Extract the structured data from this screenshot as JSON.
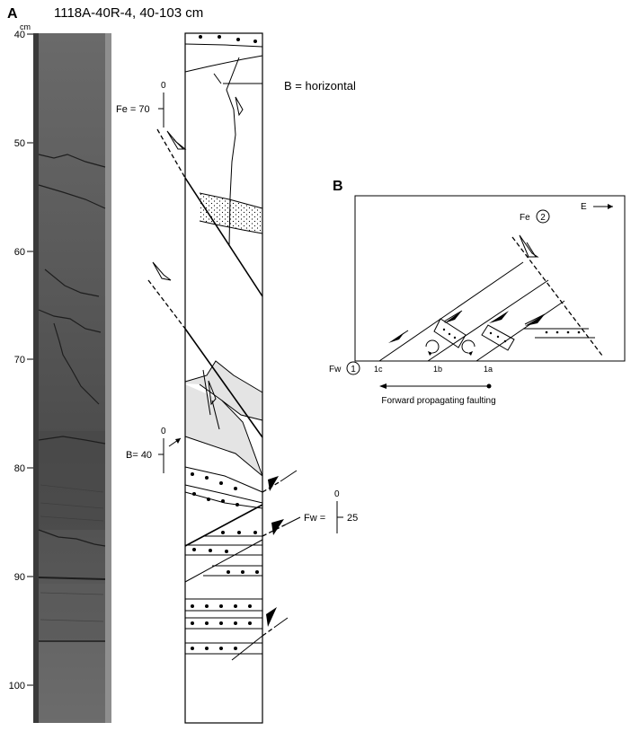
{
  "panel_a": {
    "label": "A",
    "title": "1118A-40R-4, 40-103 cm",
    "depth_unit": "cm",
    "depth_ticks": [
      "40",
      "50",
      "60",
      "70",
      "80",
      "90",
      "100"
    ],
    "annotations": {
      "b_horizontal": "B = horizontal",
      "fe_label": "Fe = 70",
      "fe_zero": "0",
      "b_label": "B= 40",
      "b_zero": "0",
      "fw_label": "Fw =",
      "fw_zero": "0",
      "fw_value": "25"
    }
  },
  "panel_b": {
    "label": "B",
    "direction": "E",
    "fe_label": "Fe",
    "fe_circle": "2",
    "fw_label": "Fw",
    "fw_circle": "1",
    "fault_labels": [
      "1c",
      "1b",
      "1a"
    ],
    "caption": "Forward propagating faulting"
  },
  "colors": {
    "ink": "#000000",
    "shaded_unit": "#e4e4e4",
    "core_photo": "#545454"
  }
}
